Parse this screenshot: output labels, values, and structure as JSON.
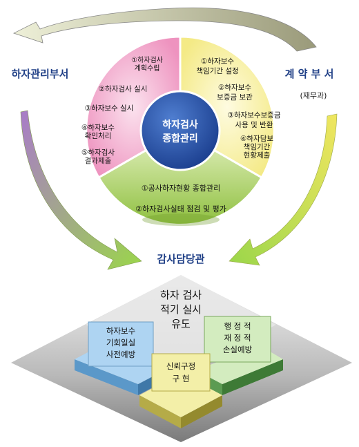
{
  "center": {
    "line1": "하자검사",
    "line2": "종합관리"
  },
  "departments": {
    "left": "하자관리부서",
    "right": "계 약 부 서",
    "right_sub": "(재무과)",
    "bottom": "감사담당관"
  },
  "pink_items": [
    [
      "①하자검사",
      "계획수립"
    ],
    [
      "②하자검사 실시"
    ],
    [
      "③하자보수 실시"
    ],
    [
      "④하자보수",
      "확인처리"
    ],
    [
      "⑤하자검사",
      "결과제출"
    ]
  ],
  "yellow_items": [
    [
      "①하자보수",
      "책임기간 설정"
    ],
    [
      "②하자보수",
      "보증금 보관"
    ],
    [
      "③하자보수보증금",
      "사용 및 반환"
    ],
    [
      "④하자담보",
      "책임기간",
      "현황제출"
    ]
  ],
  "green_items": [
    "①공사하자현황 종합관리",
    "②하자검사실태 점검 및 평가"
  ],
  "pyramid": {
    "top": [
      "하자 검사",
      "적기 실시",
      "유도"
    ],
    "left_box": [
      "하자보수",
      "기회일실",
      "사전예방"
    ],
    "right_box": [
      "행 정 적",
      "재 정 적",
      "손실예방"
    ],
    "front_box": [
      "신뢰구정",
      "구    현"
    ]
  },
  "colors": {
    "pink": "#f1a9cb",
    "yellow": "#f8f2a8",
    "green": "#b9d86c",
    "center": "#1f4aa0",
    "dept_text": "#1f3f86",
    "box_blue": "#aed4f2",
    "box_green": "#d3ecbf",
    "box_yellow": "#f3efa8"
  }
}
